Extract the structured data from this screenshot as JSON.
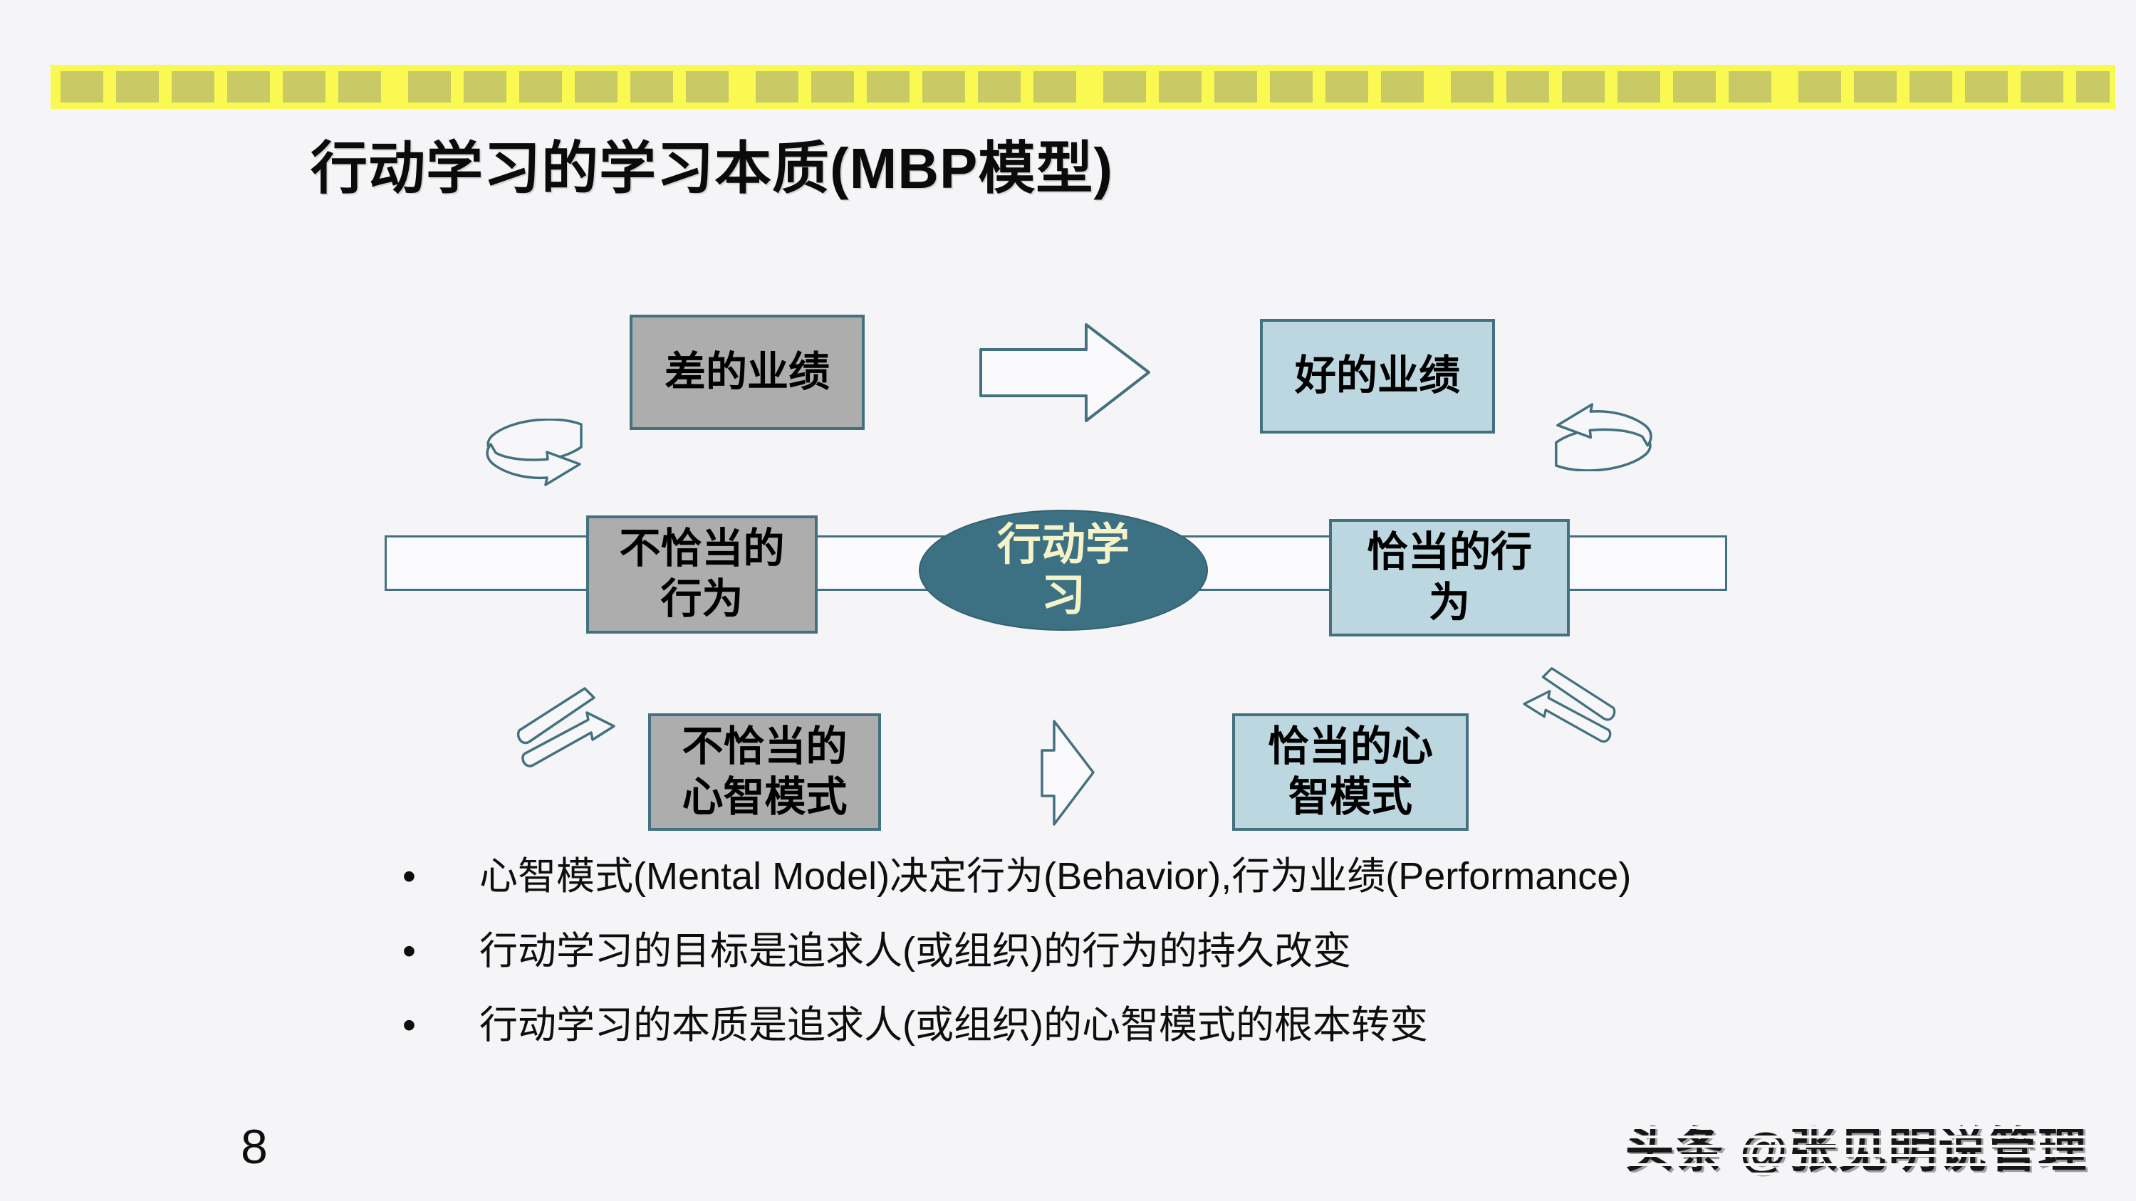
{
  "slide": {
    "title": "行动学习的学习本质(MBP模型)",
    "page_number": "8",
    "watermark": "头条 @张见明说管理",
    "bullet_char": "•"
  },
  "diagram": {
    "boxes": [
      {
        "id": "poor-performance",
        "label": "差的业绩",
        "style": "gray"
      },
      {
        "id": "good-performance",
        "label": "好的业绩",
        "style": "blue"
      },
      {
        "id": "improper-behavior",
        "label": "不恰当的\n行为",
        "style": "gray"
      },
      {
        "id": "proper-behavior",
        "label": "恰当的行\n为",
        "style": "blue"
      },
      {
        "id": "improper-mental-model",
        "label": "不恰当的\n心智模式",
        "style": "gray"
      },
      {
        "id": "proper-mental-model",
        "label": "恰当的心\n智模式",
        "style": "blue"
      }
    ],
    "center_ellipse": {
      "label": "行动学\n习"
    }
  },
  "bullets": [
    "心智模式(Mental Model)决定行为(Behavior),行为业绩(Performance)",
    "行动学习的目标是追求人(或组织)的行为的持久改变",
    "行动学习的本质是追求人(或组织)的心智模式的根本转变"
  ],
  "colors": {
    "background": "#f5f5f7",
    "banner_yellow": "#f9f952",
    "banner_square": "#c9c966",
    "box_gray": "#adadad",
    "box_blue": "#bcd7e0",
    "outline_teal": "#44717f",
    "ellipse_fill": "#3c7083",
    "ellipse_text": "#f6f3c8"
  }
}
